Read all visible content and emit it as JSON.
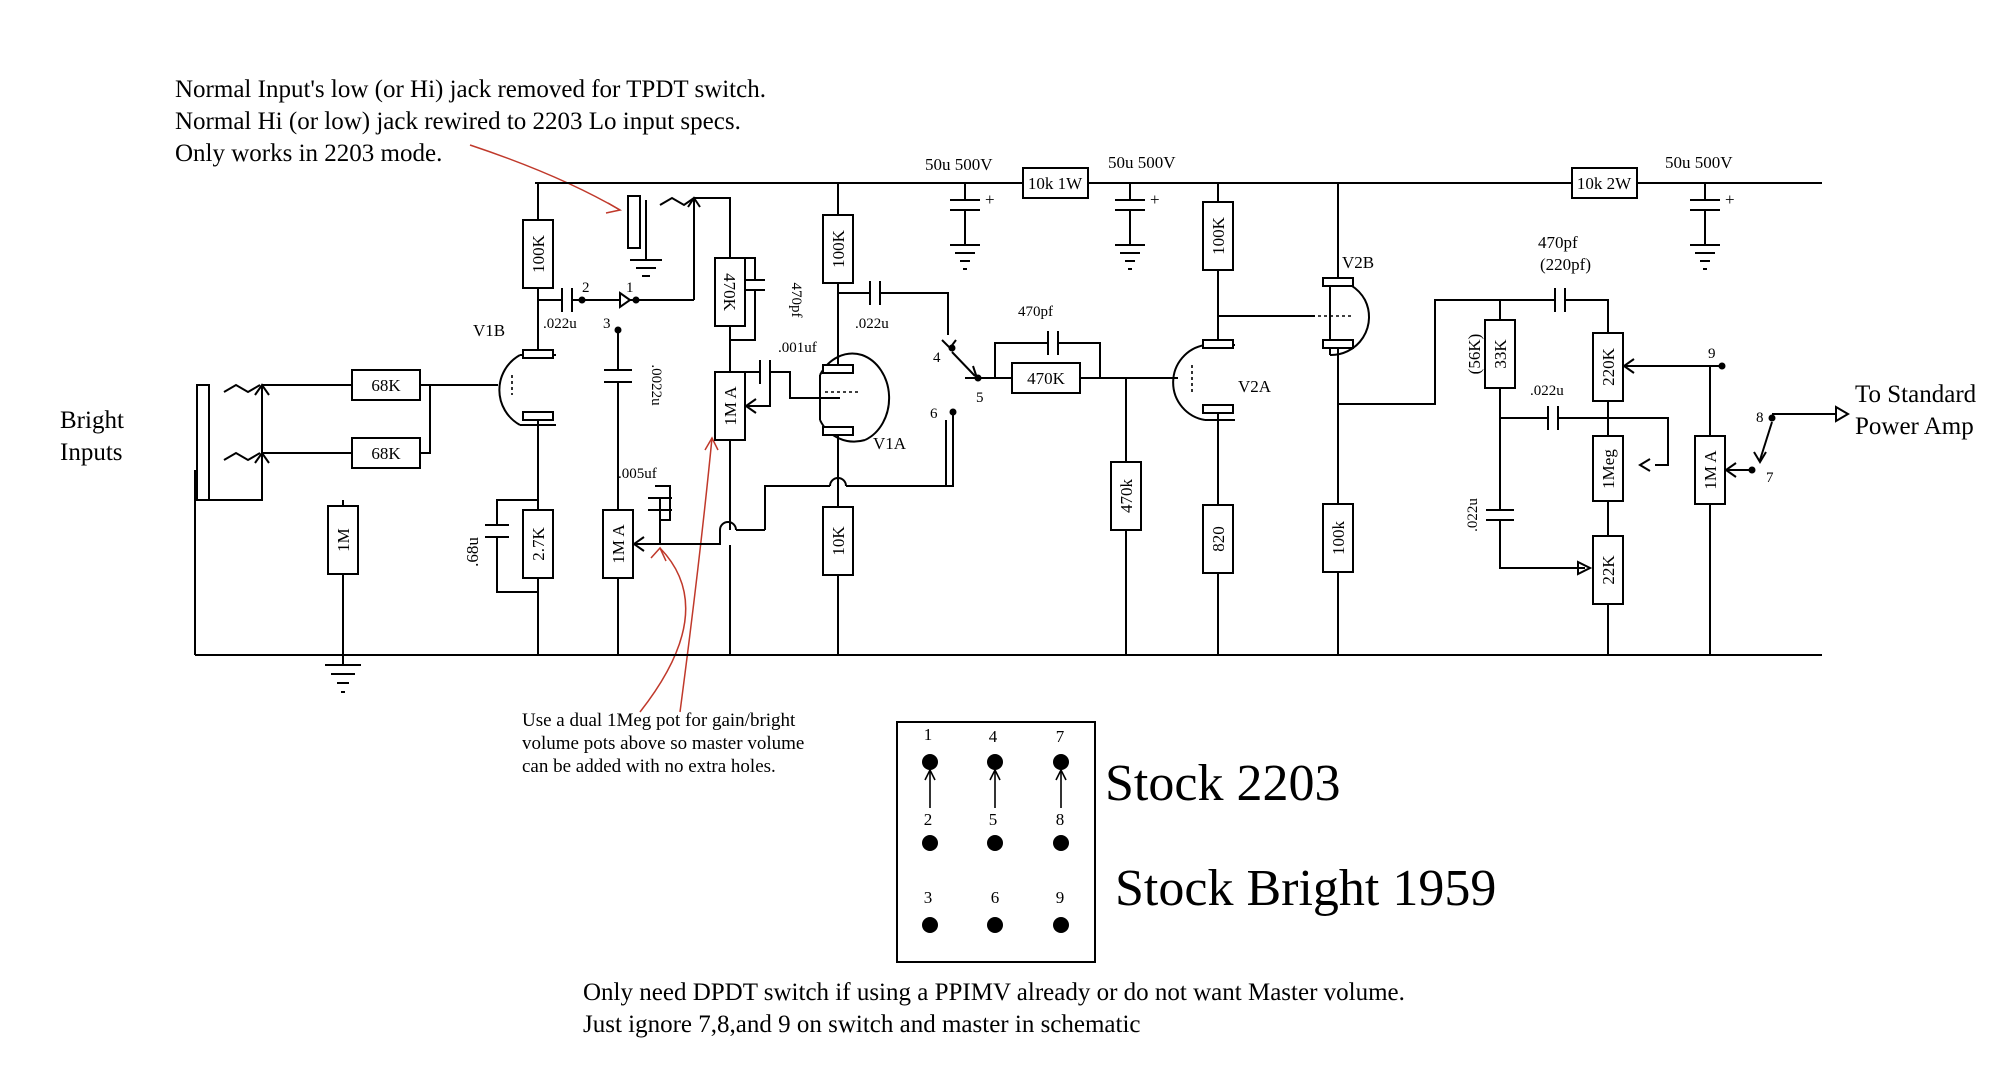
{
  "notes": {
    "jack_removed": [
      "Normal Input's low (or Hi) jack removed for TPDT switch.",
      "Normal Hi (or low) jack rewired to 2203 Lo input specs.",
      "Only works in 2203 mode."
    ],
    "dual_pot": [
      "Use a dual 1Meg pot for gain/bright",
      "volume pots above so master volume",
      "can be added with no extra holes."
    ],
    "dpdt": [
      "Only need DPDT switch if using a PPIMV already or do not want Master volume.",
      "Just ignore 7,8,and 9 on switch and master in schematic"
    ]
  },
  "labels": {
    "inputs": [
      "Bright",
      "Inputs"
    ],
    "output": [
      "To Standard",
      "Power Amp"
    ],
    "tubes": {
      "v1b": "V1B",
      "v1a": "V1A",
      "v2a": "V2A",
      "v2b": "V2B"
    },
    "stock_2203": "Stock 2203",
    "stock_1959": "Stock Bright 1959"
  },
  "components": {
    "r68k_top": "68K",
    "r68k_bot": "68K",
    "r1m": "1M",
    "r100k_v1b": "100K",
    "r2k7": "2.7K",
    "c68u": ".68u",
    "c022_a": ".022u",
    "c0022": ".0022u",
    "pot_1ma_a": "1M A",
    "c005": ".005uf",
    "r470k_a": "470K",
    "c470pf_a": "470pf",
    "pot_1ma_b": "1M A",
    "c001": ".001uf",
    "r100k_v1a": "100K",
    "r10k_v1a": "10K",
    "c022_b": ".022u",
    "c470pf_b": "470pf",
    "r470k_b": "470K",
    "r470k_c": "470k",
    "r100k_v2a": "100K",
    "r820": "820",
    "r100k_v2b": "100k",
    "cap1": "50u 500V",
    "cap2": "50u 500V",
    "cap3": "50u 500V",
    "r10k1w": "10k 1W",
    "r10k2w": "10k 2W",
    "c470pf_c": [
      "470pf",
      "(220pf)"
    ],
    "r56k": "(56K)",
    "r33k": "33K",
    "c022_c": ".022u",
    "c022_d": ".022u",
    "r220k": "220K",
    "pot_1meg": "1Meg",
    "r22k": "22K",
    "pot_1ma_c": "1M A"
  },
  "switch_pins": {
    "p1": "1",
    "p2": "2",
    "p3": "3",
    "p4": "4",
    "p5": "5",
    "p6": "6",
    "p7": "7",
    "p8": "8",
    "p9": "9"
  },
  "grid_pins": [
    "1",
    "4",
    "7",
    "2",
    "5",
    "8",
    "3",
    "6",
    "9"
  ]
}
